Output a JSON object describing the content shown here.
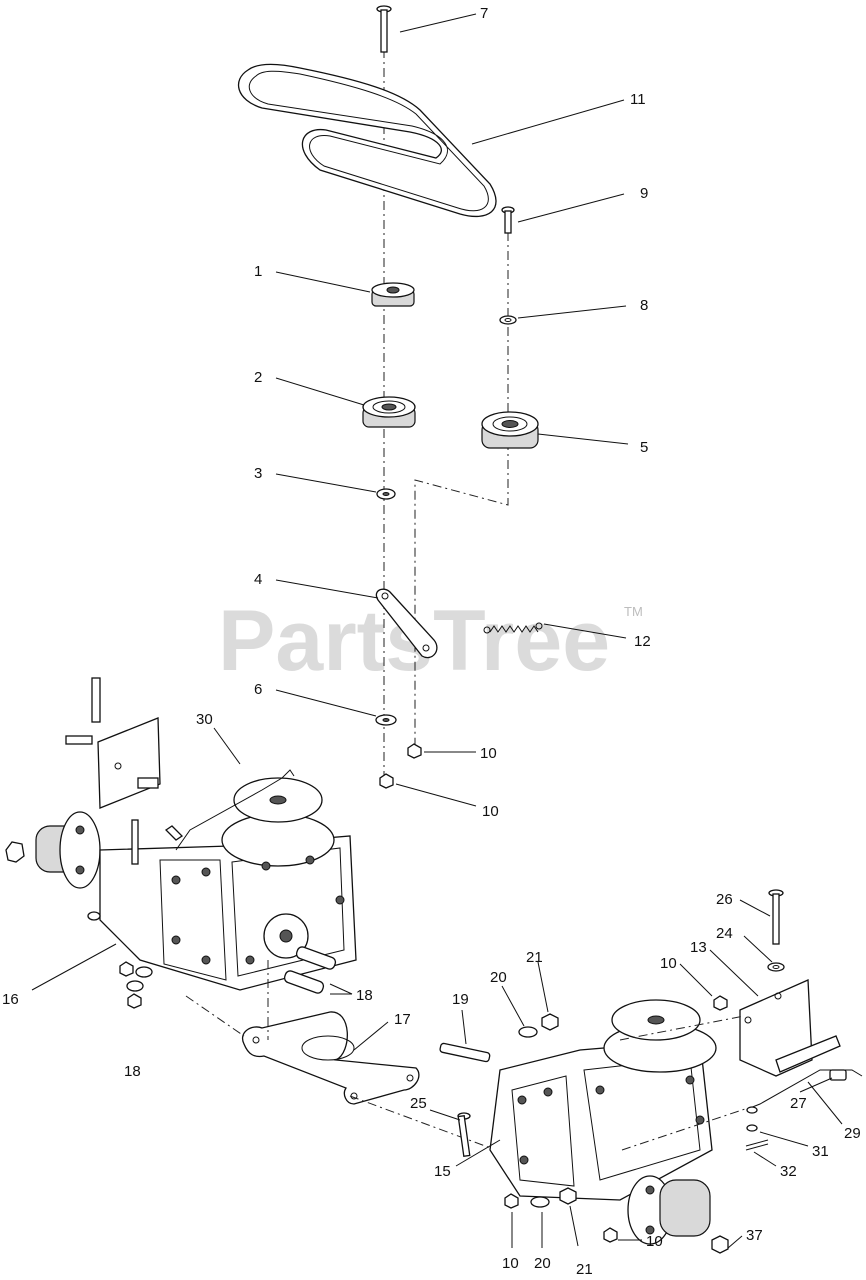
{
  "watermark": {
    "brand": "PartsTree",
    "trademark": "TM"
  },
  "callouts": [
    {
      "id": "c7",
      "label": "7"
    },
    {
      "id": "c11",
      "label": "11"
    },
    {
      "id": "c9",
      "label": "9"
    },
    {
      "id": "c1",
      "label": "1"
    },
    {
      "id": "c8",
      "label": "8"
    },
    {
      "id": "c2",
      "label": "2"
    },
    {
      "id": "c5",
      "label": "5"
    },
    {
      "id": "c3",
      "label": "3"
    },
    {
      "id": "c4",
      "label": "4"
    },
    {
      "id": "c12",
      "label": "12"
    },
    {
      "id": "c6",
      "label": "6"
    },
    {
      "id": "c10a",
      "label": "10"
    },
    {
      "id": "c10b",
      "label": "10"
    },
    {
      "id": "c30",
      "label": "30"
    },
    {
      "id": "c16",
      "label": "16"
    },
    {
      "id": "c18a",
      "label": "18"
    },
    {
      "id": "c18b",
      "label": "18"
    },
    {
      "id": "c17",
      "label": "17"
    },
    {
      "id": "c19",
      "label": "19"
    },
    {
      "id": "c20a",
      "label": "20"
    },
    {
      "id": "c21a",
      "label": "21"
    },
    {
      "id": "c26",
      "label": "26"
    },
    {
      "id": "c24",
      "label": "24"
    },
    {
      "id": "c10c",
      "label": "10"
    },
    {
      "id": "c13",
      "label": "13"
    },
    {
      "id": "c27",
      "label": "27"
    },
    {
      "id": "c25",
      "label": "25"
    },
    {
      "id": "c29",
      "label": "29"
    },
    {
      "id": "c31",
      "label": "31"
    },
    {
      "id": "c32",
      "label": "32"
    },
    {
      "id": "c15",
      "label": "15"
    },
    {
      "id": "c10d",
      "label": "10"
    },
    {
      "id": "c20b",
      "label": "20"
    },
    {
      "id": "c21b",
      "label": "21"
    },
    {
      "id": "c10e",
      "label": "10"
    },
    {
      "id": "c37",
      "label": "37"
    }
  ]
}
